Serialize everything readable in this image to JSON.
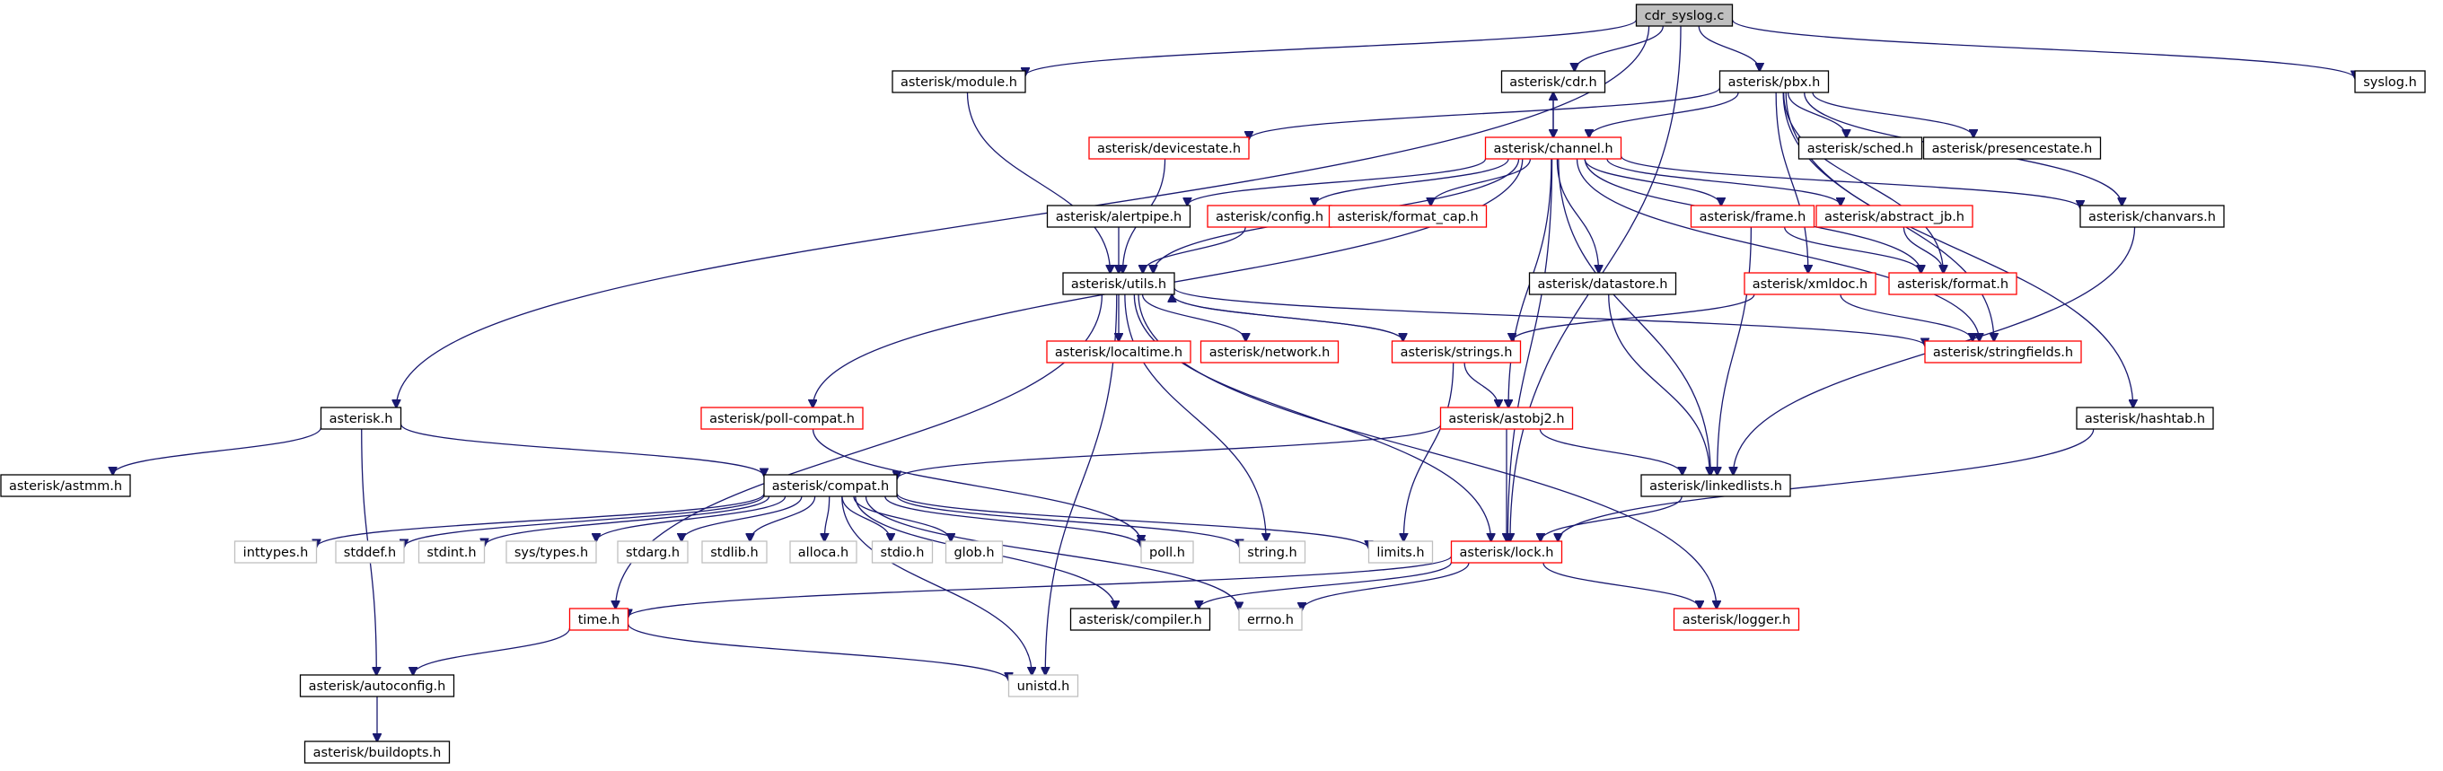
{
  "colors": {
    "edge": "#191970",
    "normal_border": "#000000",
    "red_border": "#ff0000",
    "gray_border": "#bfbfbf",
    "root_fill": "#bfbfbf",
    "node_fill": "#ffffff"
  },
  "nodes": [
    {
      "id": "cdr_syslog_c",
      "label": "cdr_syslog.c",
      "style": "root"
    },
    {
      "id": "asterisk_module_h",
      "label": "asterisk/module.h",
      "style": "normal"
    },
    {
      "id": "asterisk_cdr_h",
      "label": "asterisk/cdr.h",
      "style": "normal"
    },
    {
      "id": "asterisk_pbx_h",
      "label": "asterisk/pbx.h",
      "style": "normal"
    },
    {
      "id": "syslog_h",
      "label": "syslog.h",
      "style": "normal"
    },
    {
      "id": "asterisk_devicestate_h",
      "label": "asterisk/devicestate.h",
      "style": "red"
    },
    {
      "id": "asterisk_channel_h",
      "label": "asterisk/channel.h",
      "style": "red"
    },
    {
      "id": "asterisk_sched_h",
      "label": "asterisk/sched.h",
      "style": "normal"
    },
    {
      "id": "asterisk_presencestate_h",
      "label": "asterisk/presencestate.h",
      "style": "normal"
    },
    {
      "id": "asterisk_alertpipe_h",
      "label": "asterisk/alertpipe.h",
      "style": "normal"
    },
    {
      "id": "asterisk_config_h",
      "label": "asterisk/config.h",
      "style": "red"
    },
    {
      "id": "asterisk_format_cap_h",
      "label": "asterisk/format_cap.h",
      "style": "red"
    },
    {
      "id": "asterisk_frame_h",
      "label": "asterisk/frame.h",
      "style": "red"
    },
    {
      "id": "asterisk_abstract_jb_h",
      "label": "asterisk/abstract_jb.h",
      "style": "red"
    },
    {
      "id": "asterisk_chanvars_h",
      "label": "asterisk/chanvars.h",
      "style": "normal"
    },
    {
      "id": "asterisk_utils_h",
      "label": "asterisk/utils.h",
      "style": "normal"
    },
    {
      "id": "asterisk_datastore_h",
      "label": "asterisk/datastore.h",
      "style": "normal"
    },
    {
      "id": "asterisk_xmldoc_h",
      "label": "asterisk/xmldoc.h",
      "style": "red"
    },
    {
      "id": "asterisk_format_h",
      "label": "asterisk/format.h",
      "style": "red"
    },
    {
      "id": "asterisk_localtime_h",
      "label": "asterisk/localtime.h",
      "style": "red"
    },
    {
      "id": "asterisk_network_h",
      "label": "asterisk/network.h",
      "style": "red"
    },
    {
      "id": "asterisk_strings_h",
      "label": "asterisk/strings.h",
      "style": "red"
    },
    {
      "id": "asterisk_stringfields_h",
      "label": "asterisk/stringfields.h",
      "style": "red"
    },
    {
      "id": "asterisk_h",
      "label": "asterisk.h",
      "style": "normal"
    },
    {
      "id": "asterisk_poll_compat_h",
      "label": "asterisk/poll-compat.h",
      "style": "red"
    },
    {
      "id": "asterisk_astobj2_h",
      "label": "asterisk/astobj2.h",
      "style": "red"
    },
    {
      "id": "asterisk_hashtab_h",
      "label": "asterisk/hashtab.h",
      "style": "normal"
    },
    {
      "id": "asterisk_astmm_h",
      "label": "asterisk/astmm.h",
      "style": "normal"
    },
    {
      "id": "asterisk_compat_h",
      "label": "asterisk/compat.h",
      "style": "normal"
    },
    {
      "id": "asterisk_linkedlists_h",
      "label": "asterisk/linkedlists.h",
      "style": "normal"
    },
    {
      "id": "inttypes_h",
      "label": "inttypes.h",
      "style": "gray"
    },
    {
      "id": "stddef_h",
      "label": "stddef.h",
      "style": "gray"
    },
    {
      "id": "stdint_h",
      "label": "stdint.h",
      "style": "gray"
    },
    {
      "id": "sys_types_h",
      "label": "sys/types.h",
      "style": "gray"
    },
    {
      "id": "stdarg_h",
      "label": "stdarg.h",
      "style": "gray"
    },
    {
      "id": "stdlib_h",
      "label": "stdlib.h",
      "style": "gray"
    },
    {
      "id": "alloca_h",
      "label": "alloca.h",
      "style": "gray"
    },
    {
      "id": "stdio_h",
      "label": "stdio.h",
      "style": "gray"
    },
    {
      "id": "glob_h",
      "label": "glob.h",
      "style": "gray"
    },
    {
      "id": "poll_h",
      "label": "poll.h",
      "style": "gray"
    },
    {
      "id": "string_h",
      "label": "string.h",
      "style": "gray"
    },
    {
      "id": "limits_h",
      "label": "limits.h",
      "style": "gray"
    },
    {
      "id": "asterisk_lock_h",
      "label": "asterisk/lock.h",
      "style": "red"
    },
    {
      "id": "time_h",
      "label": "time.h",
      "style": "red"
    },
    {
      "id": "asterisk_compiler_h",
      "label": "asterisk/compiler.h",
      "style": "normal"
    },
    {
      "id": "errno_h",
      "label": "errno.h",
      "style": "gray"
    },
    {
      "id": "asterisk_logger_h",
      "label": "asterisk/logger.h",
      "style": "red"
    },
    {
      "id": "asterisk_autoconfig_h",
      "label": "asterisk/autoconfig.h",
      "style": "normal"
    },
    {
      "id": "unistd_h",
      "label": "unistd.h",
      "style": "gray"
    },
    {
      "id": "asterisk_buildopts_h",
      "label": "asterisk/buildopts.h",
      "style": "normal"
    }
  ],
  "edges": [
    [
      "cdr_syslog_c",
      "asterisk_module_h"
    ],
    [
      "cdr_syslog_c",
      "asterisk_cdr_h"
    ],
    [
      "cdr_syslog_c",
      "asterisk_pbx_h"
    ],
    [
      "cdr_syslog_c",
      "syslog_h"
    ],
    [
      "cdr_syslog_c",
      "asterisk_h"
    ],
    [
      "cdr_syslog_c",
      "asterisk_lock_h"
    ],
    [
      "asterisk_module_h",
      "asterisk_utils_h"
    ],
    [
      "asterisk_cdr_h",
      "asterisk_channel_h"
    ],
    [
      "asterisk_channel_h",
      "asterisk_cdr_h"
    ],
    [
      "asterisk_pbx_h",
      "asterisk_devicestate_h"
    ],
    [
      "asterisk_pbx_h",
      "asterisk_channel_h"
    ],
    [
      "asterisk_pbx_h",
      "asterisk_sched_h"
    ],
    [
      "asterisk_pbx_h",
      "asterisk_presencestate_h"
    ],
    [
      "asterisk_pbx_h",
      "asterisk_chanvars_h"
    ],
    [
      "asterisk_pbx_h",
      "asterisk_xmldoc_h"
    ],
    [
      "asterisk_pbx_h",
      "asterisk_format_h"
    ],
    [
      "asterisk_pbx_h",
      "asterisk_stringfields_h"
    ],
    [
      "asterisk_pbx_h",
      "asterisk_hashtab_h"
    ],
    [
      "asterisk_devicestate_h",
      "asterisk_utils_h"
    ],
    [
      "asterisk_channel_h",
      "asterisk_alertpipe_h"
    ],
    [
      "asterisk_channel_h",
      "asterisk_config_h"
    ],
    [
      "asterisk_channel_h",
      "asterisk_format_cap_h"
    ],
    [
      "asterisk_channel_h",
      "asterisk_frame_h"
    ],
    [
      "asterisk_channel_h",
      "asterisk_abstract_jb_h"
    ],
    [
      "asterisk_channel_h",
      "asterisk_chanvars_h"
    ],
    [
      "asterisk_channel_h",
      "asterisk_utils_h"
    ],
    [
      "asterisk_channel_h",
      "asterisk_datastore_h"
    ],
    [
      "asterisk_channel_h",
      "asterisk_poll_compat_h"
    ],
    [
      "asterisk_channel_h",
      "asterisk_astobj2_h"
    ],
    [
      "asterisk_channel_h",
      "asterisk_linkedlists_h"
    ],
    [
      "asterisk_channel_h",
      "asterisk_lock_h"
    ],
    [
      "asterisk_channel_h",
      "asterisk_stringfields_h"
    ],
    [
      "asterisk_channel_h",
      "asterisk_format_h"
    ],
    [
      "asterisk_alertpipe_h",
      "asterisk_utils_h"
    ],
    [
      "asterisk_config_h",
      "asterisk_utils_h"
    ],
    [
      "asterisk_frame_h",
      "asterisk_format_h"
    ],
    [
      "asterisk_frame_h",
      "asterisk_linkedlists_h"
    ],
    [
      "asterisk_abstract_jb_h",
      "asterisk_format_h"
    ],
    [
      "asterisk_chanvars_h",
      "asterisk_linkedlists_h"
    ],
    [
      "asterisk_datastore_h",
      "asterisk_linkedlists_h"
    ],
    [
      "asterisk_xmldoc_h",
      "asterisk_strings_h"
    ],
    [
      "asterisk_xmldoc_h",
      "asterisk_stringfields_h"
    ],
    [
      "asterisk_utils_h",
      "asterisk_localtime_h"
    ],
    [
      "asterisk_utils_h",
      "asterisk_network_h"
    ],
    [
      "asterisk_utils_h",
      "asterisk_strings_h"
    ],
    [
      "asterisk_utils_h",
      "asterisk_stringfields_h"
    ],
    [
      "asterisk_utils_h",
      "asterisk_lock_h"
    ],
    [
      "asterisk_utils_h",
      "asterisk_logger_h"
    ],
    [
      "asterisk_utils_h",
      "time_h"
    ],
    [
      "asterisk_utils_h",
      "string_h"
    ],
    [
      "asterisk_utils_h",
      "unistd_h"
    ],
    [
      "asterisk_strings_h",
      "asterisk_utils_h"
    ],
    [
      "asterisk_strings_h",
      "asterisk_astobj2_h"
    ],
    [
      "asterisk_strings_h",
      "limits_h"
    ],
    [
      "asterisk_astobj2_h",
      "asterisk_compat_h"
    ],
    [
      "asterisk_astobj2_h",
      "asterisk_linkedlists_h"
    ],
    [
      "asterisk_astobj2_h",
      "asterisk_lock_h"
    ],
    [
      "asterisk_poll_compat_h",
      "poll_h"
    ],
    [
      "asterisk_hashtab_h",
      "asterisk_lock_h"
    ],
    [
      "asterisk_h",
      "asterisk_astmm_h"
    ],
    [
      "asterisk_h",
      "asterisk_compat_h"
    ],
    [
      "asterisk_h",
      "asterisk_autoconfig_h"
    ],
    [
      "asterisk_compat_h",
      "inttypes_h"
    ],
    [
      "asterisk_compat_h",
      "stddef_h"
    ],
    [
      "asterisk_compat_h",
      "stdint_h"
    ],
    [
      "asterisk_compat_h",
      "sys_types_h"
    ],
    [
      "asterisk_compat_h",
      "stdarg_h"
    ],
    [
      "asterisk_compat_h",
      "stdlib_h"
    ],
    [
      "asterisk_compat_h",
      "alloca_h"
    ],
    [
      "asterisk_compat_h",
      "stdio_h"
    ],
    [
      "asterisk_compat_h",
      "glob_h"
    ],
    [
      "asterisk_compat_h",
      "poll_h"
    ],
    [
      "asterisk_compat_h",
      "string_h"
    ],
    [
      "asterisk_compat_h",
      "limits_h"
    ],
    [
      "asterisk_compat_h",
      "asterisk_compiler_h"
    ],
    [
      "asterisk_compat_h",
      "errno_h"
    ],
    [
      "asterisk_compat_h",
      "unistd_h"
    ],
    [
      "asterisk_linkedlists_h",
      "asterisk_lock_h"
    ],
    [
      "asterisk_lock_h",
      "time_h"
    ],
    [
      "asterisk_lock_h",
      "asterisk_compiler_h"
    ],
    [
      "asterisk_lock_h",
      "errno_h"
    ],
    [
      "asterisk_lock_h",
      "asterisk_logger_h"
    ],
    [
      "time_h",
      "asterisk_autoconfig_h"
    ],
    [
      "time_h",
      "unistd_h"
    ],
    [
      "asterisk_autoconfig_h",
      "asterisk_buildopts_h"
    ]
  ]
}
